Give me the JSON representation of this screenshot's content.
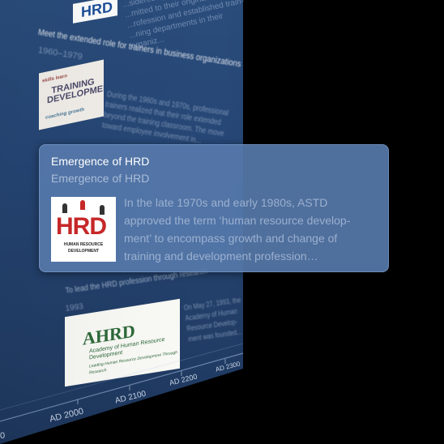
{
  "panel": {
    "items": [
      {
        "heading": "Meet the extended role for trainers in business organizations",
        "years": "1960–1979",
        "image_label": "TRAINING DEVELOPMENT",
        "body_lines": [
          "During the 1960s and 1970s, professional",
          "trainers realized that their role extended",
          "beyond the training classroom. The move",
          "toward employee involvement in..."
        ]
      },
      {
        "heading": "To lead the HRD profession through research",
        "years": "1993",
        "image_label": "AHRD",
        "image_sub": "Academy of Human Resource Development",
        "image_sub2": "Leading Human Resource Development Through Research",
        "body_lines": [
          "On May 27, 1993, the",
          "Academy of Human",
          "Resource Develop-",
          "ment was founded..."
        ]
      }
    ],
    "top_card_lines": [
      "...sidered by training",
      "...mitted to their original",
      "...rofession and established train-",
      "...ning departments in their organiz..."
    ],
    "top_logo": "HRD"
  },
  "axis": {
    "ticks": [
      "AD 2000",
      "AD 2100",
      "AD 2200",
      "AD 2300"
    ],
    "edge_label": "0"
  },
  "popup": {
    "title": "Emergence of HRD",
    "subtitle": "Emergence of HRD",
    "image": {
      "logo": "HRD",
      "caption_line1": "HUMAN RESOURCE",
      "caption_line2": "DEVELOPMENT"
    },
    "body": "In the late 1970s and early 1980s, ASTD\napproved the term ‘human resource develop-\nment’ to encompass growth and change of\ntraining and development profession…"
  },
  "colors": {
    "panel": "#264675",
    "popup": "#5678aa",
    "hrd_red": "#c62828",
    "ahrd_green": "#2d6a3a"
  }
}
